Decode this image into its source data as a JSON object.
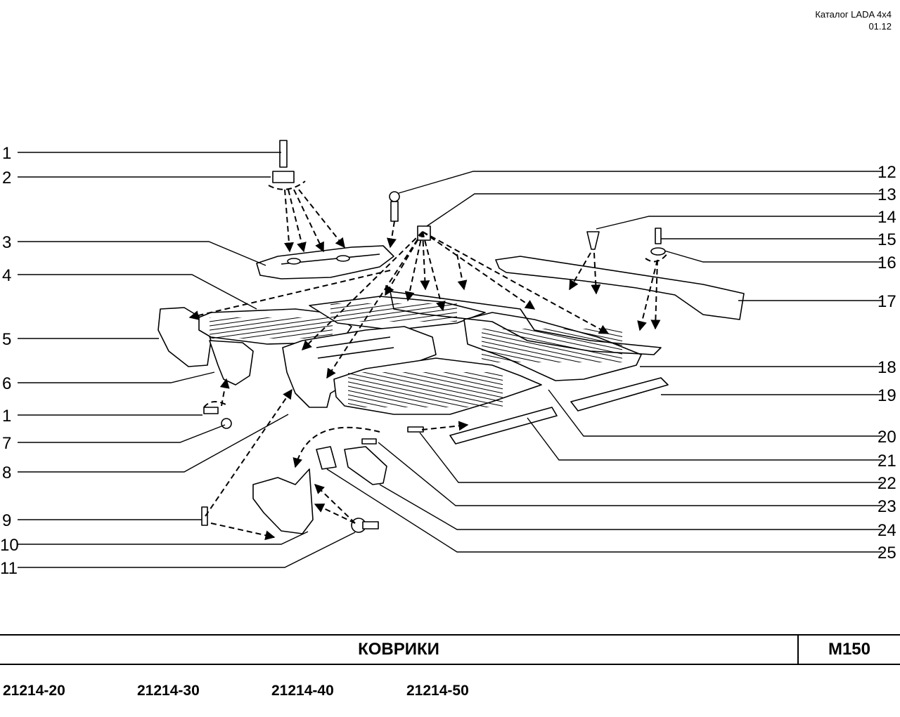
{
  "header": {
    "catalog": "Каталог  LADA  4x4",
    "date": "01.12"
  },
  "diagram": {
    "callouts_left": [
      "1",
      "2",
      "3",
      "4",
      "5",
      "6",
      "1",
      "7",
      "8",
      "9",
      "10",
      "11"
    ],
    "callouts_right": [
      "12",
      "13",
      "14",
      "15",
      "16",
      "17",
      "18",
      "19",
      "20",
      "21",
      "22",
      "23",
      "24",
      "25"
    ]
  },
  "footer": {
    "title": "КОВРИКИ",
    "code": "M150",
    "models": [
      "21214-20",
      "21214-30",
      "21214-40",
      "21214-50"
    ]
  }
}
